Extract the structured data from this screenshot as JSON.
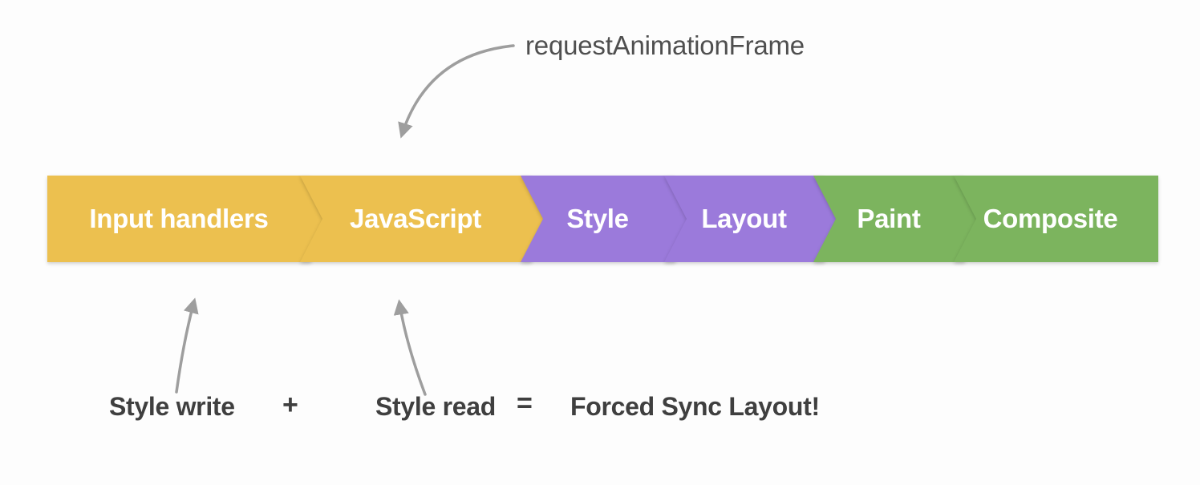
{
  "header": {
    "raf_label": "requestAnimationFrame"
  },
  "pipeline": {
    "segments": [
      {
        "label": "Input handlers",
        "color": "#ECC04F"
      },
      {
        "label": "JavaScript",
        "color": "#ECC04F"
      },
      {
        "label": "Style",
        "color": "#9B7ADB"
      },
      {
        "label": "Layout",
        "color": "#9B7ADB"
      },
      {
        "label": "Paint",
        "color": "#7CB45E"
      },
      {
        "label": "Composite",
        "color": "#7CB45E"
      }
    ],
    "label_text_color": "#FFFFFF"
  },
  "equation": {
    "style_write": "Style write",
    "plus_sign": "+",
    "style_read": "Style read",
    "equals_sign": "=",
    "result": "Forced Sync Layout!"
  },
  "colors": {
    "arrow": "#9E9E9E",
    "annotation_text": "#4A4A4A",
    "background": "#FDFDFD"
  }
}
